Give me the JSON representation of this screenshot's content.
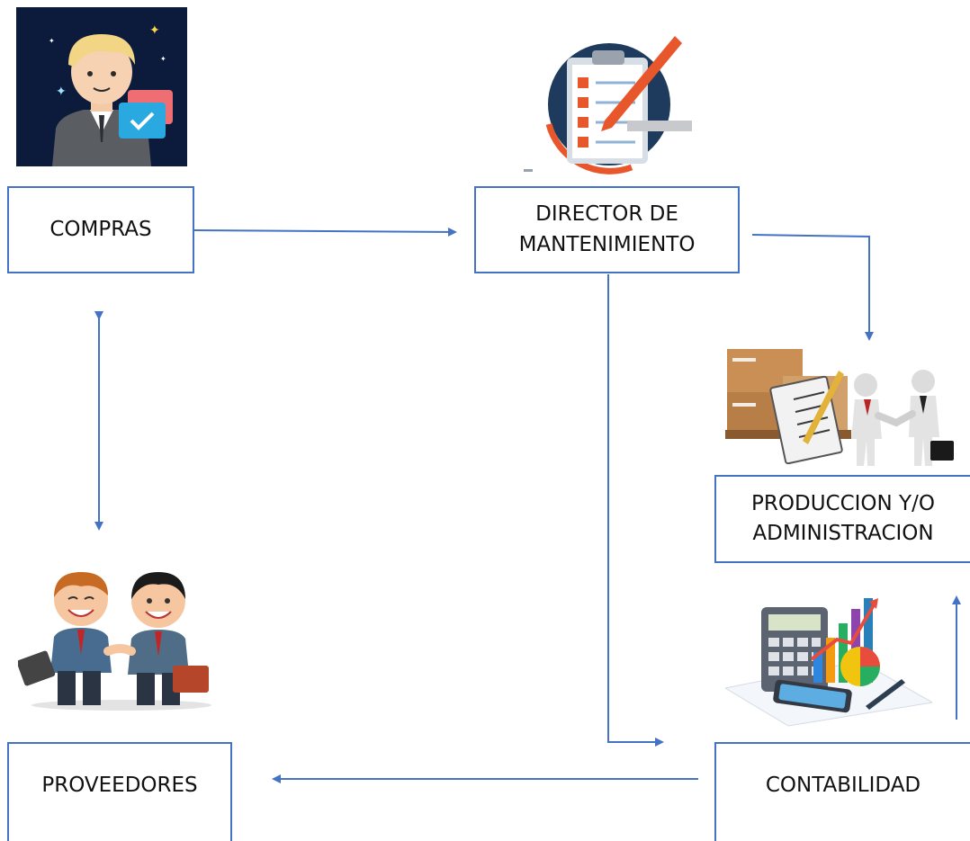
{
  "nodes": {
    "compras": {
      "label": "COMPRAS"
    },
    "director": {
      "line1": "DIRECTOR DE",
      "line2": "MANTENIMIENTO"
    },
    "produccion": {
      "line1": "PRODUCCION Y/O",
      "line2": "ADMINISTRACION"
    },
    "proveedores": {
      "label": "PROVEEDORES"
    },
    "contabilidad": {
      "label": "CONTABILIDAD"
    }
  },
  "icons": {
    "compras": "buyer-avatar-icon",
    "director": "clipboard-checklist-icon",
    "produccion": "boxes-handshake-icon",
    "proveedores": "business-handshake-icon",
    "contabilidad": "calculator-charts-icon"
  },
  "colors": {
    "box_border": "#4472c4",
    "arrow": "#4472c4",
    "text": "#111111"
  }
}
